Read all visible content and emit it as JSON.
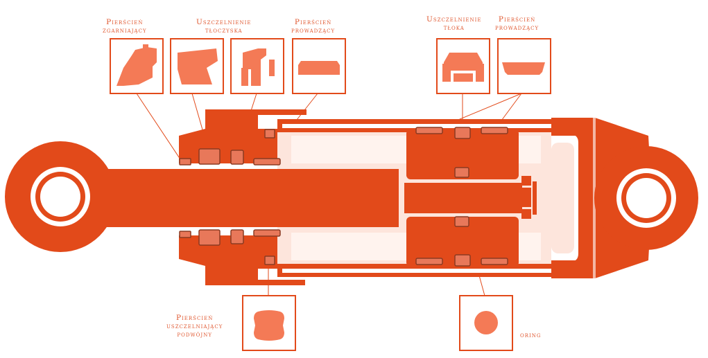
{
  "colors": {
    "primary": "#e24a1a",
    "light": "#fde0d6",
    "dark_seal": "#8a3a22",
    "label": "#e0572f"
  },
  "labels": {
    "wiper_ring": [
      "Pierścień",
      "zgarniający"
    ],
    "rod_seal": [
      "Uszczelnienie",
      "tłoczyska"
    ],
    "guide_ring_rod": [
      "Pierścień",
      "prowadzący"
    ],
    "piston_seal": [
      "Uszczelnienie",
      "tłoka"
    ],
    "guide_ring_piston": [
      "Pierścień",
      "prowadzący"
    ],
    "double_seal_ring": [
      "Pierścień",
      "uszczelniający",
      "podwójny"
    ],
    "oring": [
      "oring"
    ]
  }
}
